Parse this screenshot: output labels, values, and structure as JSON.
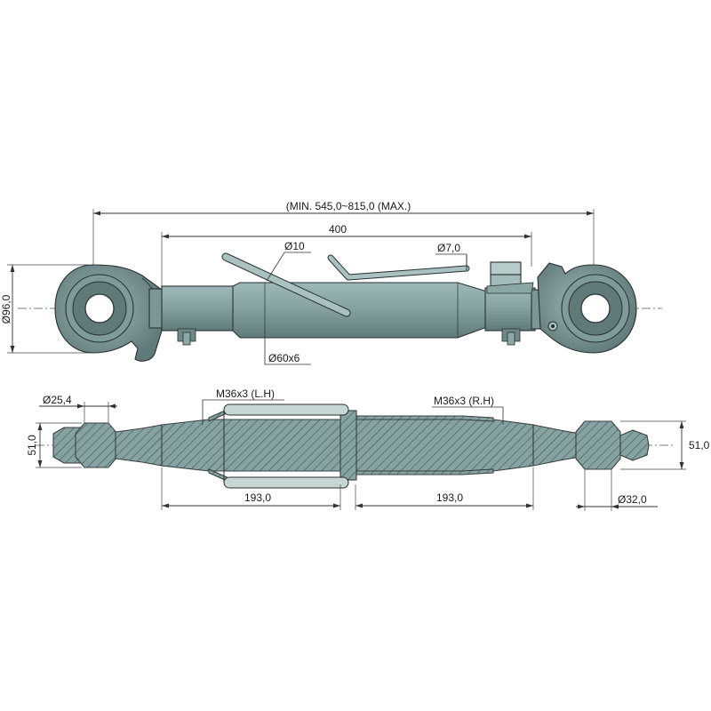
{
  "colors": {
    "part_fill": "#86a3a2",
    "part_dark": "#5f7a79",
    "part_light": "#a9c1c0",
    "hatch": "#3d5352",
    "line": "#2a2f30",
    "background": "#ffffff"
  },
  "top_view": {
    "overall_length_label": "(MIN. 545,0~815,0 (MAX.)",
    "tube_length_label": "400",
    "handle_diameter_label": "Ø10",
    "pin_diameter_label": "Ø7,0",
    "tube_size_label": "Ø60x6",
    "ball_height_label": "Ø96,0"
  },
  "section_view": {
    "left_ball_bore_label": "Ø25,4",
    "left_thread_label": "M36x3 (L.H)",
    "right_thread_label": "M36x3 (R.H)",
    "left_ball_width_label": "51,0",
    "right_ball_width_label": "51,0",
    "left_engagement_label": "193,0",
    "right_engagement_label": "193,0",
    "right_ball_bore_label": "Ø32,0"
  }
}
